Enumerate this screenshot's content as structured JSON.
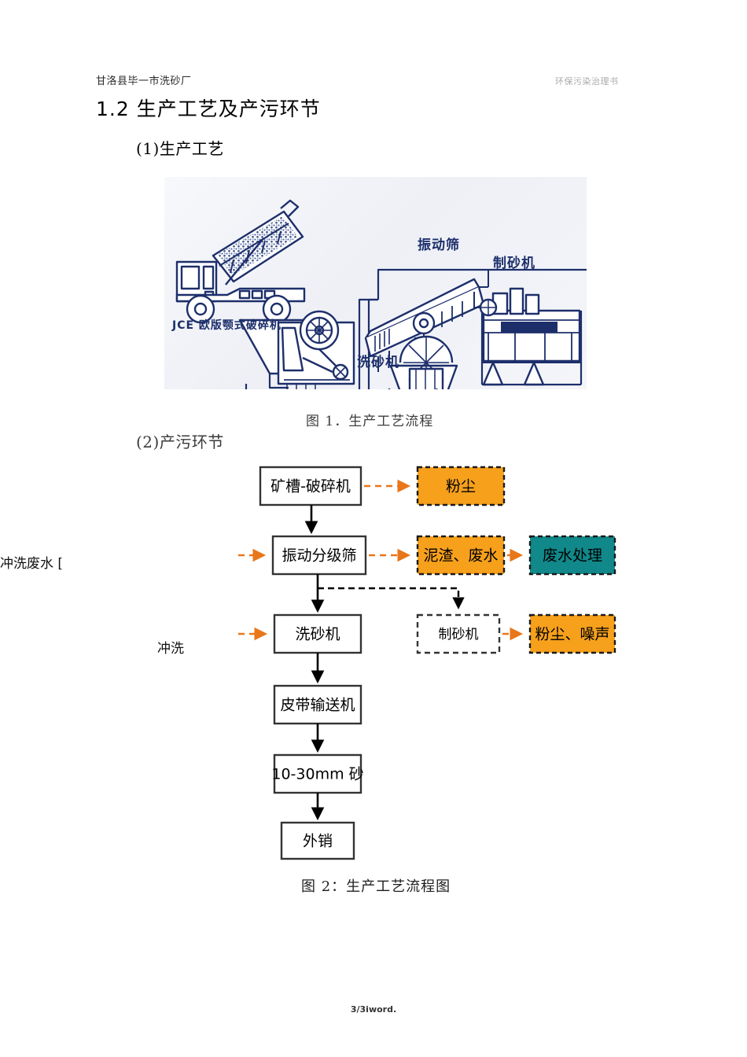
{
  "page": {
    "header_left": "甘洛县毕一市洗砂厂",
    "header_right": "环保污染治理书",
    "section_heading": "1.2 生产工艺及产污环节",
    "sub_heading_1": "(1)生产工艺",
    "sub_heading_2": "(2)产污环节",
    "caption_1": "图 1．生产工艺流程",
    "caption_2": "图 2：生产工艺流程图",
    "footer": "3/3iword."
  },
  "figure1": {
    "labels": [
      {
        "text": "振动筛"
      },
      {
        "text": "制砂机"
      },
      {
        "text": "JCE 欧版颚式破碎机"
      },
      {
        "text": "洗砂机"
      }
    ]
  },
  "figure2": {
    "colors": {
      "orange": "#F6A01C",
      "teal": "#11888A",
      "arrow_orange": "#E8761A",
      "box_border": "#333333"
    },
    "process_boxes": [
      {
        "label": "矿槽-破碎机"
      },
      {
        "label": "振动分级筛"
      },
      {
        "label": "洗砂机"
      },
      {
        "label": "皮带输送机"
      },
      {
        "label": "10-30mm 砂"
      },
      {
        "label": "外销"
      }
    ],
    "optional_box": {
      "label": "制砂机"
    },
    "pollution_boxes": [
      {
        "label": "粉尘"
      },
      {
        "label": "泥渣、废水"
      },
      {
        "label": "粉尘、噪声"
      }
    ],
    "treatment_box": {
      "label": "废水处理"
    },
    "side_labels": [
      {
        "text": "冲洗废水  ["
      },
      {
        "text": "冲洗"
      }
    ]
  }
}
